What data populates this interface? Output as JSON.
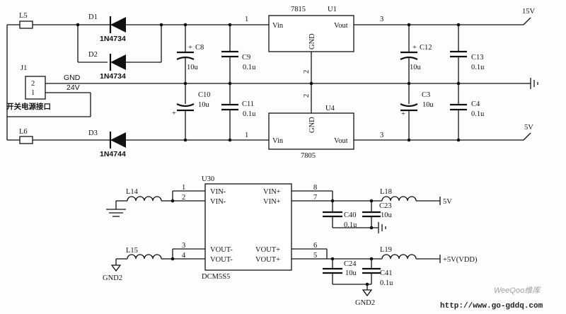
{
  "top_circuit": {
    "connector": {
      "ref": "J1",
      "pin_top": "2",
      "pin_bottom": "1",
      "label": "开关电源接口"
    },
    "nets": {
      "gnd": "GND",
      "v24": "24V",
      "out_15v": "15V",
      "out_5v": "5V"
    },
    "inductors": {
      "l5": "L5",
      "l6": "L6"
    },
    "diodes": [
      {
        "ref": "D1",
        "part": "1N4734"
      },
      {
        "ref": "D2",
        "part": "1N4734"
      },
      {
        "ref": "D3",
        "part": "1N4744"
      }
    ],
    "capacitors": [
      {
        "ref": "C8",
        "value": "10u"
      },
      {
        "ref": "C9",
        "value": "0.1u"
      },
      {
        "ref": "C10",
        "value": "10u"
      },
      {
        "ref": "C11",
        "value": "0.1u"
      },
      {
        "ref": "C12",
        "value": "10u"
      },
      {
        "ref": "C13",
        "value": "0.1u"
      },
      {
        "ref": "C3",
        "value": "10u"
      },
      {
        "ref": "C4",
        "value": "0.1u"
      }
    ],
    "polarity_plus": "+",
    "reg_u1": {
      "part": "7815",
      "ref": "U1",
      "vin": "Vin",
      "vout": "Vout",
      "gnd": "GND",
      "pin_in": "1",
      "pin_out": "3",
      "pin_gnd": "2"
    },
    "reg_u4": {
      "part": "7805",
      "ref": "U4",
      "vin": "Vin",
      "vout": "Vout",
      "gnd": "GND",
      "pin_in": "1",
      "pin_out": "3",
      "pin_gnd": "2"
    }
  },
  "bottom_circuit": {
    "module": {
      "ref": "U30",
      "part": "DCM5S5",
      "left_pins": [
        {
          "num": "1",
          "name": "VIN-"
        },
        {
          "num": "2",
          "name": "VIN-"
        },
        {
          "num": "3",
          "name": "VOUT-"
        },
        {
          "num": "4",
          "name": "VOUT-"
        }
      ],
      "right_pins": [
        {
          "num": "8",
          "name": "VIN+"
        },
        {
          "num": "7",
          "name": "VIN+"
        },
        {
          "num": "6",
          "name": "VOUT+"
        },
        {
          "num": "5",
          "name": "VOUT+"
        }
      ]
    },
    "inductors": {
      "l14": "L14",
      "l15": "L15",
      "l18": "L18",
      "l19": "L19"
    },
    "capacitors": [
      {
        "ref": "C23",
        "value": "10u"
      },
      {
        "ref": "C40",
        "value": "0.1u"
      },
      {
        "ref": "C24",
        "value": "10u"
      },
      {
        "ref": "C41",
        "value": "0.1u"
      }
    ],
    "nets": {
      "out_5v": "5V",
      "out_vdd": "+5V(VDD)",
      "gnd2_left": "GND2",
      "gnd2_bottom": "GND2"
    }
  },
  "watermark": {
    "text": "WeeQoo维库",
    "url": "http://www.go-gddq.com"
  }
}
